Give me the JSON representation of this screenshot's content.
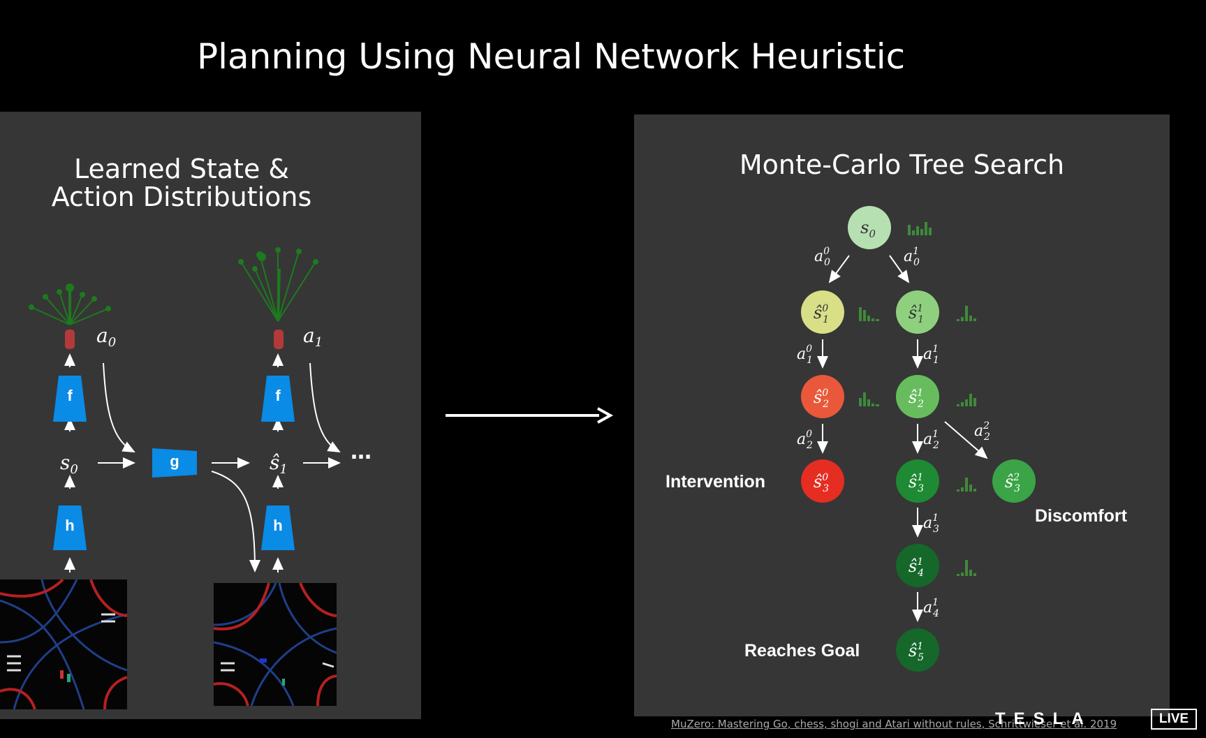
{
  "title": "Planning Using Neural Network Heuristic",
  "left_panel": {
    "title_line1": "Learned State &",
    "title_line2": "Action Distributions",
    "blocks": {
      "f": "f",
      "g": "g",
      "h": "h"
    },
    "ellipsis": "…"
  },
  "right_panel": {
    "title": "Monte-Carlo Tree Search",
    "labels": {
      "intervention": "Intervention",
      "discomfort": "Discomfort",
      "reaches_goal": "Reaches Goal"
    }
  },
  "citation": "MuZero: Mastering Go, chess, shogi and Atari without rules, Schrittwieser et al. 2019",
  "brand": "TESLA",
  "live": "LIVE",
  "colors": {
    "block_blue": "#0a8be6",
    "node_root": "#b7e0b2",
    "node_yellow": "#d8df86",
    "node_orange": "#e9583a",
    "node_red": "#e52d22",
    "node_light_green": "#8fd07f",
    "node_green": "#67bd5e",
    "node_dark_green": "#1e8a33",
    "node_darker_green": "#15672a"
  }
}
